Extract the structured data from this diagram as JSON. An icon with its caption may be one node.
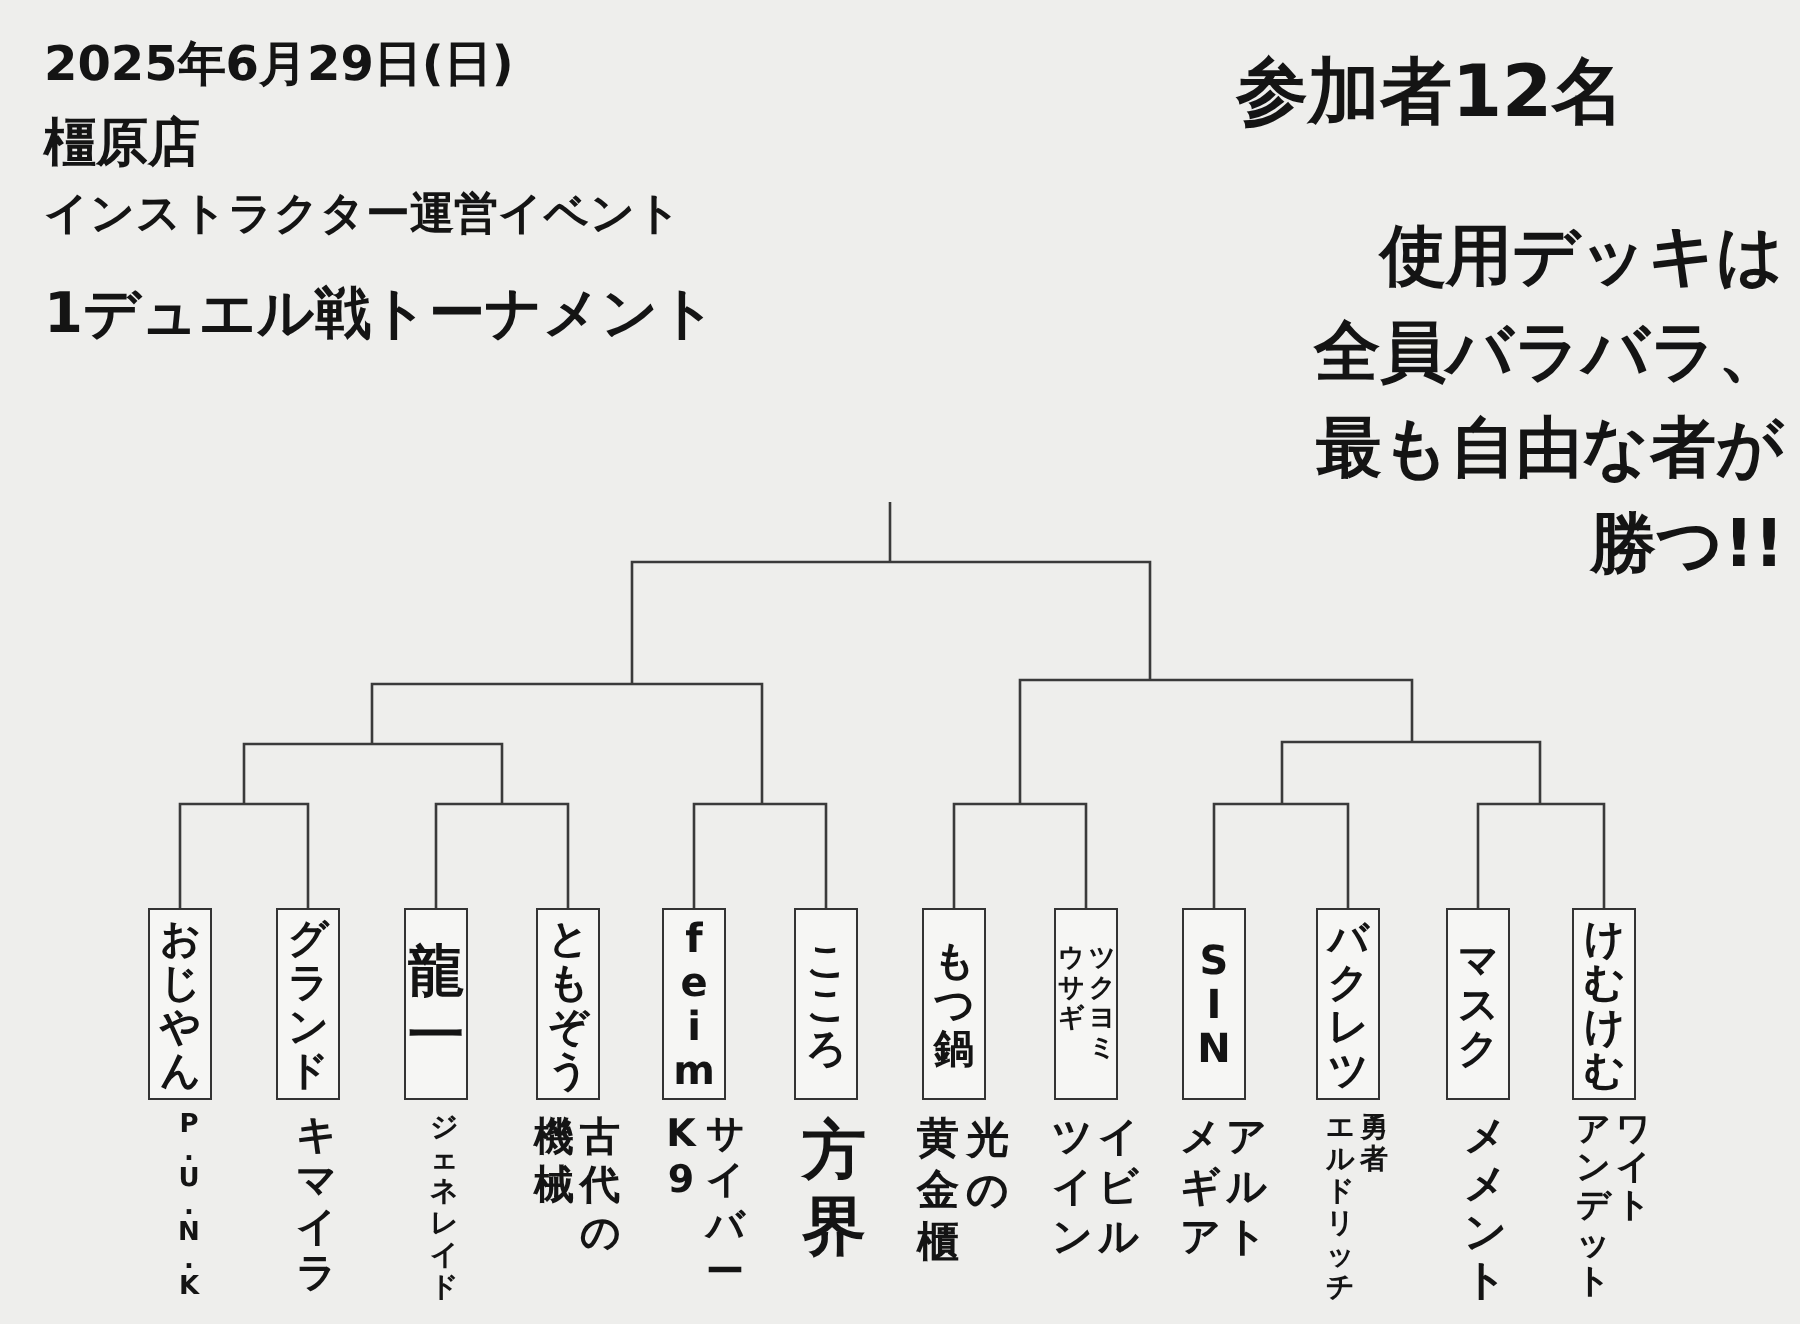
{
  "diagram": {
    "title": "1デュエル戦トーナメント",
    "nodes": [
      {
        "text": [
          "おじやん"
        ],
        "beside": [
          "P.U.N.K"
        ]
      },
      {
        "text": [
          "グランド"
        ],
        "beside": [
          "キマイラ"
        ]
      },
      {
        "text": [
          "龍一"
        ],
        "beside": [
          "ジェネレイド"
        ]
      },
      {
        "text": [
          "ともぞう"
        ],
        "beside": [
          "古代の機械"
        ]
      },
      {
        "text": [
          "feim"
        ],
        "beside": [
          "サイバーK9"
        ]
      },
      {
        "text": [
          "こころ"
        ],
        "beside": [
          "方界"
        ]
      },
      {
        "text": [
          "もつ鍋"
        ],
        "beside": [
          "光の黄金櫃"
        ]
      },
      {
        "text": [
          "ツクヨミウサギ"
        ],
        "beside": [
          "イビルツイン"
        ]
      },
      {
        "text": [
          "SIN"
        ],
        "beside": [
          "アルトメギア"
        ]
      },
      {
        "text": [
          "バクレツ"
        ],
        "beside": [
          "勇者エルドリッチ"
        ]
      },
      {
        "text": [
          "マスク"
        ],
        "beside": [
          "メメント"
        ]
      },
      {
        "text": [
          "けむけむ"
        ],
        "beside": [
          "ワイトアンデット"
        ]
      }
    ],
    "edges": [
      {
        "from": 0,
        "to": null,
        "arrow": "none"
      },
      {
        "from": 1,
        "to": null,
        "arrow": "none"
      },
      {
        "from": 2,
        "to": null,
        "arrow": "none"
      },
      {
        "from": 3,
        "to": null,
        "arrow": "none"
      },
      {
        "from": 4,
        "to": null,
        "arrow": "none"
      },
      {
        "from": 5,
        "to": null,
        "arrow": "none"
      },
      {
        "from": 6,
        "to": null,
        "arrow": "none"
      },
      {
        "from": 7,
        "to": null,
        "arrow": "none"
      },
      {
        "from": 8,
        "to": null,
        "arrow": "none"
      },
      {
        "from": 9,
        "to": null,
        "arrow": "none"
      },
      {
        "from": 10,
        "to": null,
        "arrow": "none"
      },
      {
        "from": 11,
        "to": null,
        "arrow": "none"
      }
    ],
    "labels": [
      "2025年6月29日(日)",
      "橿原店",
      "インストラクター運営イベント",
      "参加者12名",
      "使用デッキは全員バラバラ、最も自由な者が勝つ!!"
    ]
  }
}
